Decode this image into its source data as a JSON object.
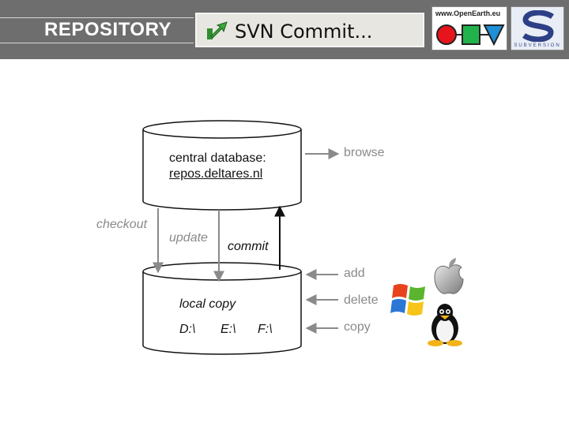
{
  "header": {
    "title": "REPOSITORY",
    "svn_commit_label": "SVN Commit...",
    "openearth_url": "www.OpenEarth.eu",
    "subversion_label": "SUBVERSION"
  },
  "repository": {
    "line1": "central database:",
    "line2": "repos.deltares.nl"
  },
  "local": {
    "title": "local copy",
    "drives": [
      "D:\\",
      "E:\\",
      "F:\\"
    ]
  },
  "actions": {
    "checkout": "checkout",
    "update": "update",
    "commit": "commit",
    "browse": "browse",
    "add": "add",
    "delete": "delete",
    "copy": "copy"
  },
  "icons": [
    "windows-logo-icon",
    "apple-logo-icon",
    "linux-penguin-icon",
    "svn-commit-arrow-icon"
  ]
}
